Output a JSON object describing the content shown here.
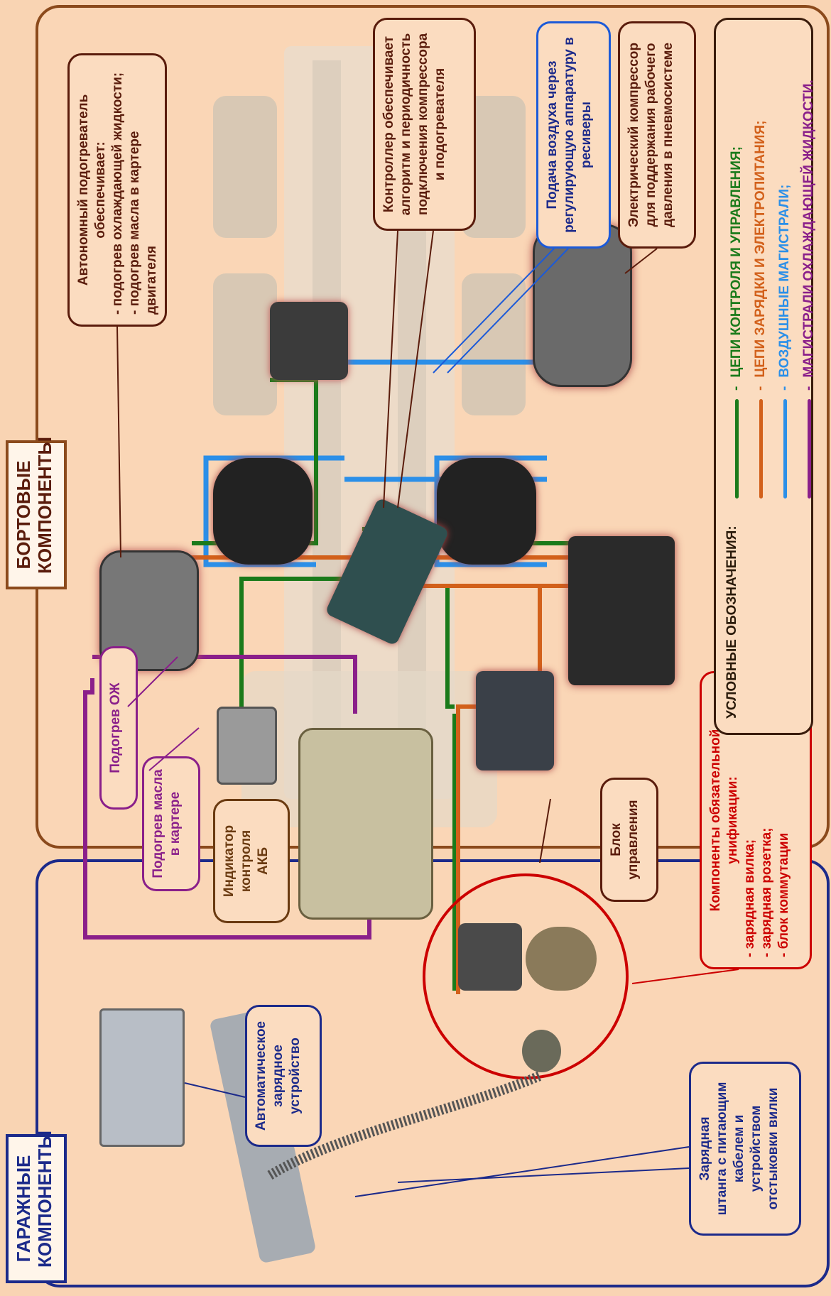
{
  "sections": {
    "onboard_title": "БОРТОВЫЕ КОМПОНЕНТЫ",
    "garage_title": "ГАРАЖНЫЕ КОМПОНЕНТЫ"
  },
  "callouts": {
    "heater": [
      "Автономный подогреватель",
      "обеспечивает:",
      "- подогрев охлаждающей жидкости;",
      "- подогрев масла в картере двигателя"
    ],
    "controller": [
      "Контроллер обеспечивает",
      "алгоритм и периодичность",
      "подключения компрессора",
      "и подогревателя"
    ],
    "air_supply": [
      "Подача воздуха через",
      "регулирующую аппаратуру в",
      "ресиверы"
    ],
    "compressor": [
      "Электрический компрессор",
      "для поддержания рабочего",
      "давления в пневмосистеме"
    ],
    "coolant_heating": [
      "Подогрев ОЖ"
    ],
    "oil_heating": [
      "Подогрев масла",
      "в картере"
    ],
    "indicator": [
      "Индикатор",
      "контроля",
      "АКБ"
    ],
    "control_unit": [
      "Блок",
      "управления"
    ],
    "unification": [
      "Компоненты обязательной",
      "унификации:",
      "- зарядная вилка;",
      "- зарядная розетка;",
      "- блок коммутации"
    ],
    "auto_charger": [
      "Автоматическое",
      "зарядное",
      "устройство"
    ],
    "charging_rod": [
      "Зарядная",
      "штанга с питающим",
      "кабелем и",
      "устройством",
      "отстыковки вилки"
    ]
  },
  "legend": {
    "title": "УСЛОВНЫЕ ОБОЗНАЧЕНИЯ:",
    "items": [
      {
        "prefix": "- ",
        "text": "ЦЕПИ КОНТРОЛЯ И УПРАВЛЕНИЯ;",
        "color": "#1a7a1a"
      },
      {
        "prefix": "- ",
        "text": "ЦЕПИ ЗАРЯДКИ И ЭЛЕКТРОПИТАНИЯ;",
        "color": "#d2601a"
      },
      {
        "prefix": "- ",
        "text": "ВОЗДУШНЫЕ МАГИСТРАЛИ;",
        "color": "#2b8fe8"
      },
      {
        "prefix": "- ",
        "text": "МАГИСТРАЛИ ОХЛАЖДАЮЩЕЙ ЖИДКОСТИ.",
        "color": "#8a1f8a"
      }
    ]
  },
  "colors": {
    "control": "#1a7a1a",
    "power": "#d2601a",
    "air": "#2b8fe8",
    "coolant": "#8a1f8a",
    "onboard_border": "#8b4a1c",
    "garage_border": "#1c2a8a"
  }
}
